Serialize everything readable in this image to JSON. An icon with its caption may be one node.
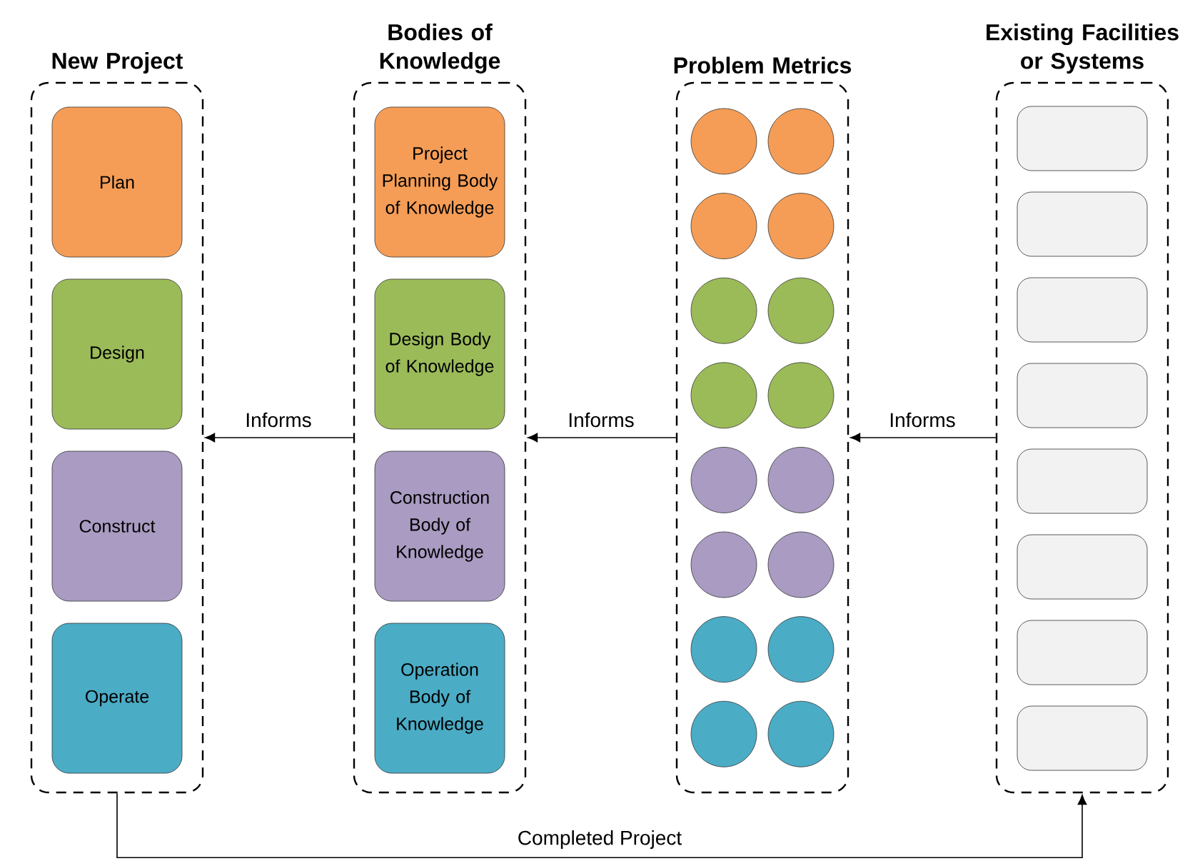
{
  "diagram": {
    "nodes": [
      {
        "text": [
          "New Project"
        ]
      },
      {
        "text": [
          "Plan"
        ],
        "in": 0
      },
      {
        "text": [
          "Design"
        ],
        "in": 0
      },
      {
        "text": [
          "Construct"
        ],
        "in": 0
      },
      {
        "text": [
          "Operate"
        ],
        "in": 0
      },
      {
        "text": [
          "Bodies of Knowledge"
        ]
      },
      {
        "text": [
          "Project Planning Body of Knowledge"
        ],
        "in": 5
      },
      {
        "text": [
          "Design Body of Knowledge"
        ],
        "in": 5
      },
      {
        "text": [
          "Construction Body of Knowledge"
        ],
        "in": 5
      },
      {
        "text": [
          "Operation Body of Knowledge"
        ],
        "in": 5
      },
      {
        "text": [
          "Problem Metrics"
        ]
      },
      {
        "text": [],
        "shape": "circle",
        "in": 10
      },
      {
        "text": [],
        "shape": "circle",
        "in": 10
      },
      {
        "text": [],
        "shape": "circle",
        "in": 10
      },
      {
        "text": [],
        "shape": "circle",
        "in": 10
      },
      {
        "text": [],
        "shape": "circle",
        "in": 10
      },
      {
        "text": [],
        "shape": "circle",
        "in": 10
      },
      {
        "text": [],
        "shape": "circle",
        "in": 10
      },
      {
        "text": [],
        "shape": "circle",
        "in": 10
      },
      {
        "text": [],
        "shape": "circle",
        "in": 10
      },
      {
        "text": [],
        "shape": "circle",
        "in": 10
      },
      {
        "text": [],
        "shape": "circle",
        "in": 10
      },
      {
        "text": [],
        "shape": "circle",
        "in": 10
      },
      {
        "text": [],
        "shape": "circle",
        "in": 10
      },
      {
        "text": [],
        "shape": "circle",
        "in": 10
      },
      {
        "text": [],
        "shape": "circle",
        "in": 10
      },
      {
        "text": [],
        "shape": "circle",
        "in": 10
      },
      {
        "text": [
          "Existing Facilities or Systems"
        ]
      },
      {
        "text": [],
        "shape": "box",
        "in": 27
      },
      {
        "text": [],
        "shape": "box",
        "in": 27
      },
      {
        "text": [],
        "shape": "box",
        "in": 27
      },
      {
        "text": [],
        "shape": "box",
        "in": 27
      },
      {
        "text": [],
        "shape": "box",
        "in": 27
      },
      {
        "text": [],
        "shape": "box",
        "in": 27
      },
      {
        "text": [],
        "shape": "box",
        "in": 27
      },
      {
        "text": [],
        "shape": "box",
        "in": 27
      }
    ],
    "edges": [
      {
        "from": 27,
        "to": 10,
        "arrow": "to",
        "label": "Informs"
      },
      {
        "from": 10,
        "to": 5,
        "arrow": "to",
        "label": "Informs"
      },
      {
        "from": 5,
        "to": 0,
        "arrow": "to",
        "label": "Informs"
      },
      {
        "from": 0,
        "to": 27,
        "arrow": "to",
        "label": "Completed Project"
      }
    ]
  }
}
